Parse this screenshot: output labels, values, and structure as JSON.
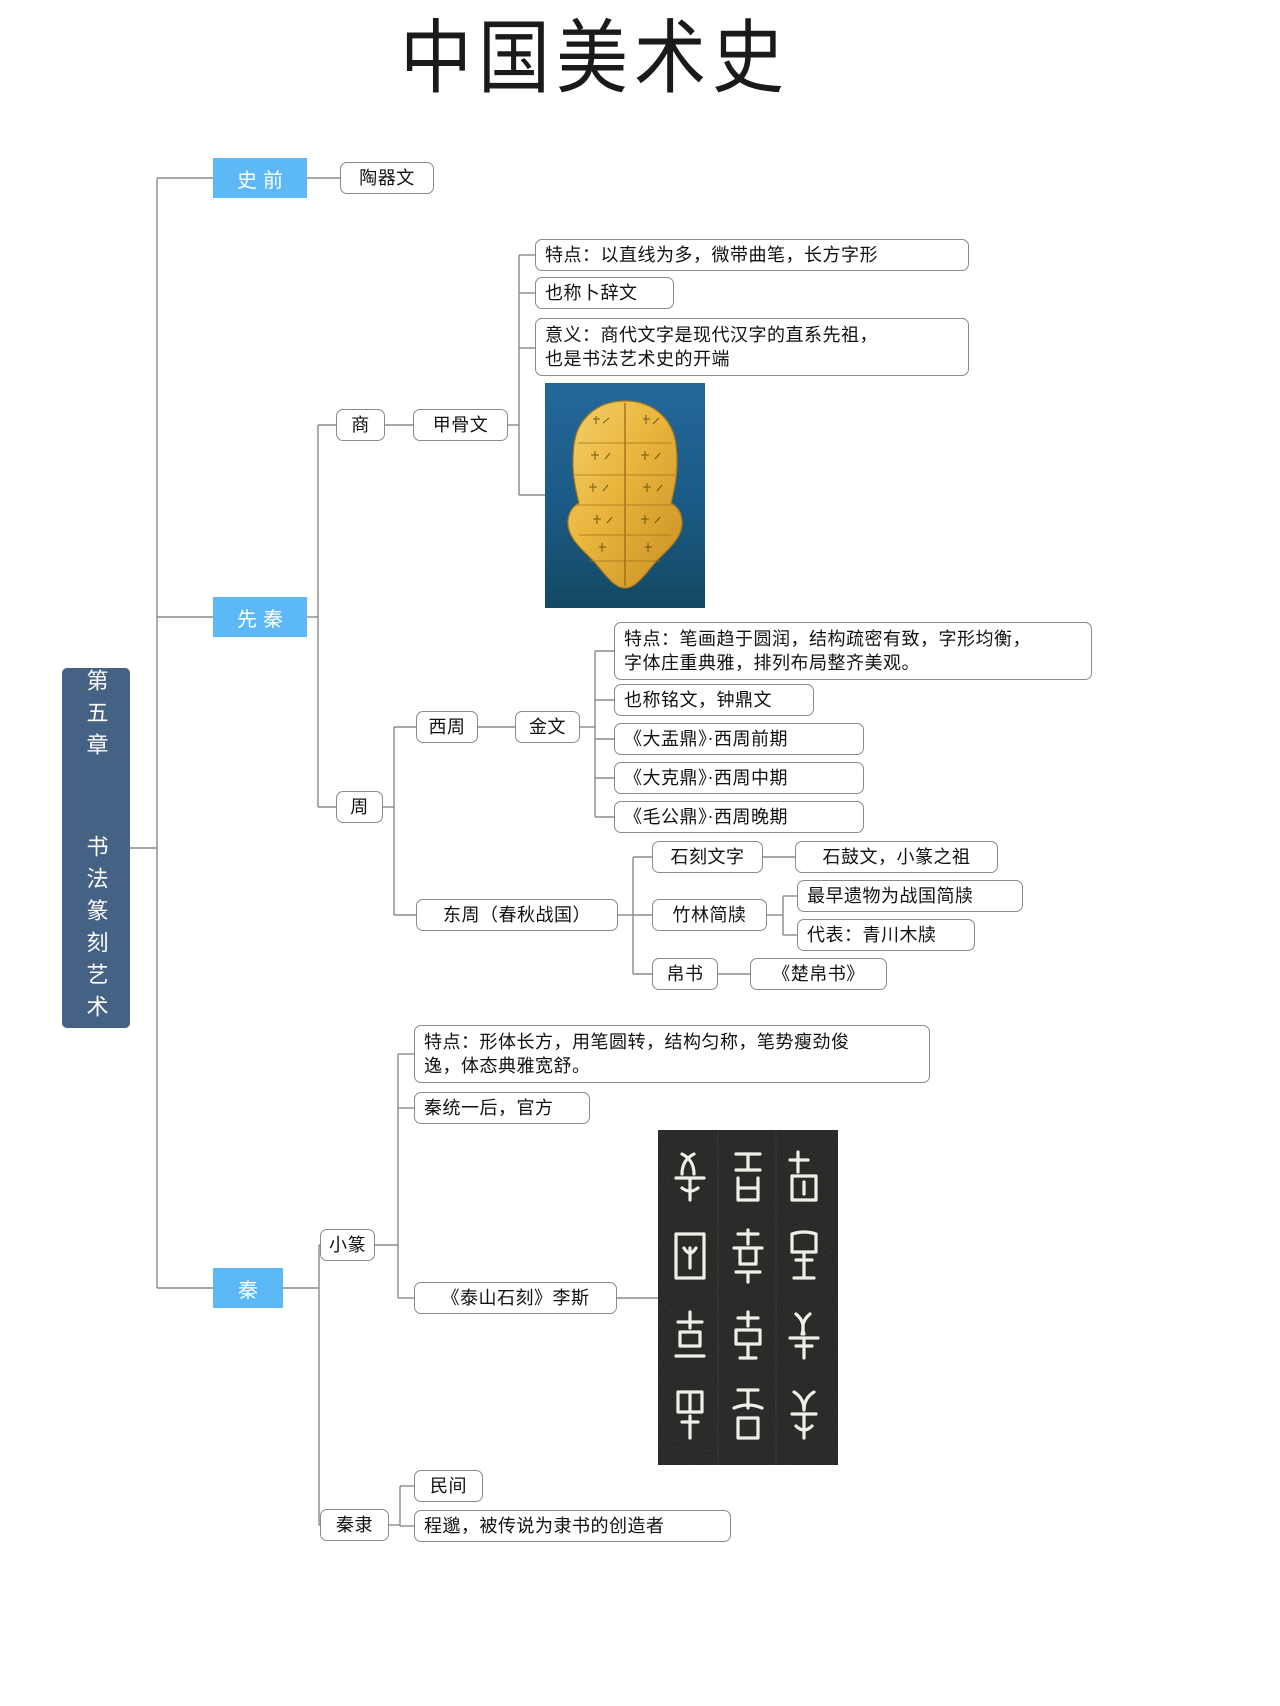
{
  "page": {
    "title": "中国美术史",
    "root_label": "第五章  书法篆刻艺术",
    "colors": {
      "root_fill": "#456184",
      "era_fill": "#5CB8F7",
      "box_border": "#8a8a8a",
      "box_fill": "#ffffff",
      "text": "#111111",
      "oracle_image_bg": "#1d5d86",
      "oracle_image_shell": "#e8b53a",
      "stele_image_bg": "#20201f"
    }
  },
  "eras": {
    "prehistoric": "史前",
    "pre_qin": "先秦",
    "qin": "秦"
  },
  "nodes": {
    "pottery_script": "陶器文",
    "shang": "商",
    "oracle_bone": "甲骨文",
    "oracle_feature": "特点：以直线为多，微带曲笔，长方字形",
    "oracle_alias": "也称卜辞文",
    "oracle_meaning": "意义：商代文字是现代汉字的直系先祖，\n也是书法艺术史的开端",
    "zhou": "周",
    "western_zhou": "西周",
    "bronze_script": "金文",
    "bronze_feature": "特点：笔画趋于圆润，结构疏密有致，字形均衡，\n字体庄重典雅，排列布局整齐美观。",
    "bronze_alias": "也称铭文，钟鼎文",
    "dayuding": "《大盂鼎》·西周前期",
    "dakeding": "《大克鼎》·西周中期",
    "maogongding": "《毛公鼎》·西周晚期",
    "eastern_zhou": "东周（春秋战国）",
    "stone_script": "石刻文字",
    "stone_drum": "石鼓文，小篆之祖",
    "bamboo_slips": "竹林简牍",
    "earliest_relic": "最早遗物为战国简牍",
    "representative": "代表：青川木牍",
    "silk_book": "帛书",
    "chu_silk_book": "《楚帛书》",
    "small_seal": "小篆",
    "small_seal_feature": "特点：形体长方，用笔圆转，结构匀称，笔势瘦劲俊\n逸，体态典雅宽舒。",
    "small_seal_official": "秦统一后，官方",
    "taishan_stele": "《泰山石刻》李斯",
    "qin_clerical": "秦隶",
    "folk": "民间",
    "cheng_miao": "程邈，被传说为隶书的创造者"
  },
  "images": {
    "oracle_bone_photo": "oracle-bone-turtle-plastron-photo",
    "taishan_stele_photo": "taishan-stone-inscription-rubbing-photo"
  }
}
